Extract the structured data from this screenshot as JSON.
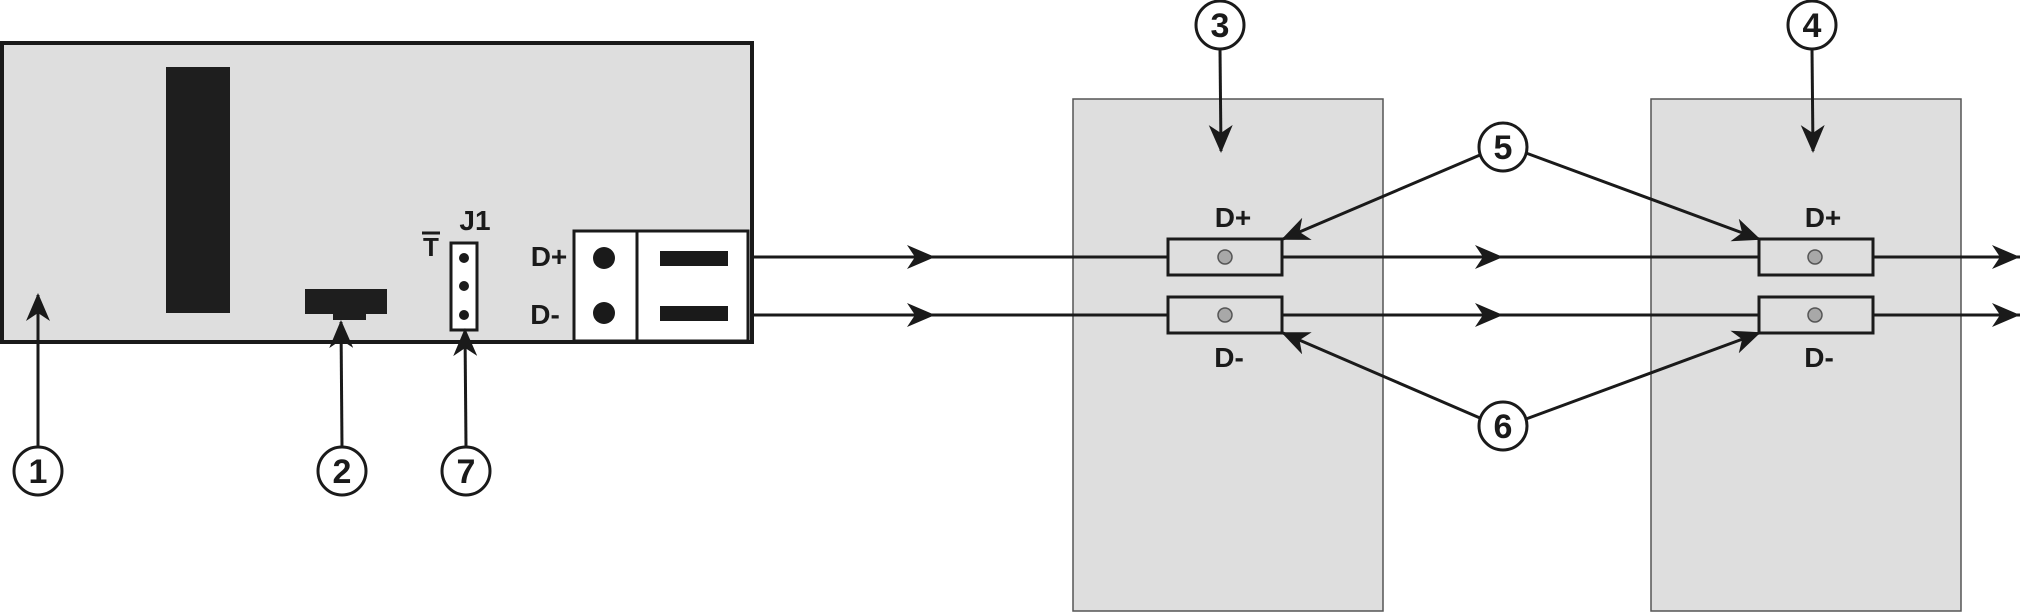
{
  "labels": {
    "j1": "J1",
    "t": "T",
    "main_dplus": "D+",
    "main_dminus": "D-",
    "mod3_dplus": "D+",
    "mod3_dminus": "D-",
    "mod4_dplus": "D+",
    "mod4_dminus": "D-"
  },
  "callouts": {
    "c1": "1",
    "c2": "2",
    "c3": "3",
    "c4": "4",
    "c5": "5",
    "c6": "6",
    "c7": "7"
  },
  "colors": {
    "panel_fill": "#dedede",
    "ink": "#1a1a1a",
    "pin_fill": "#a8a8a8"
  }
}
